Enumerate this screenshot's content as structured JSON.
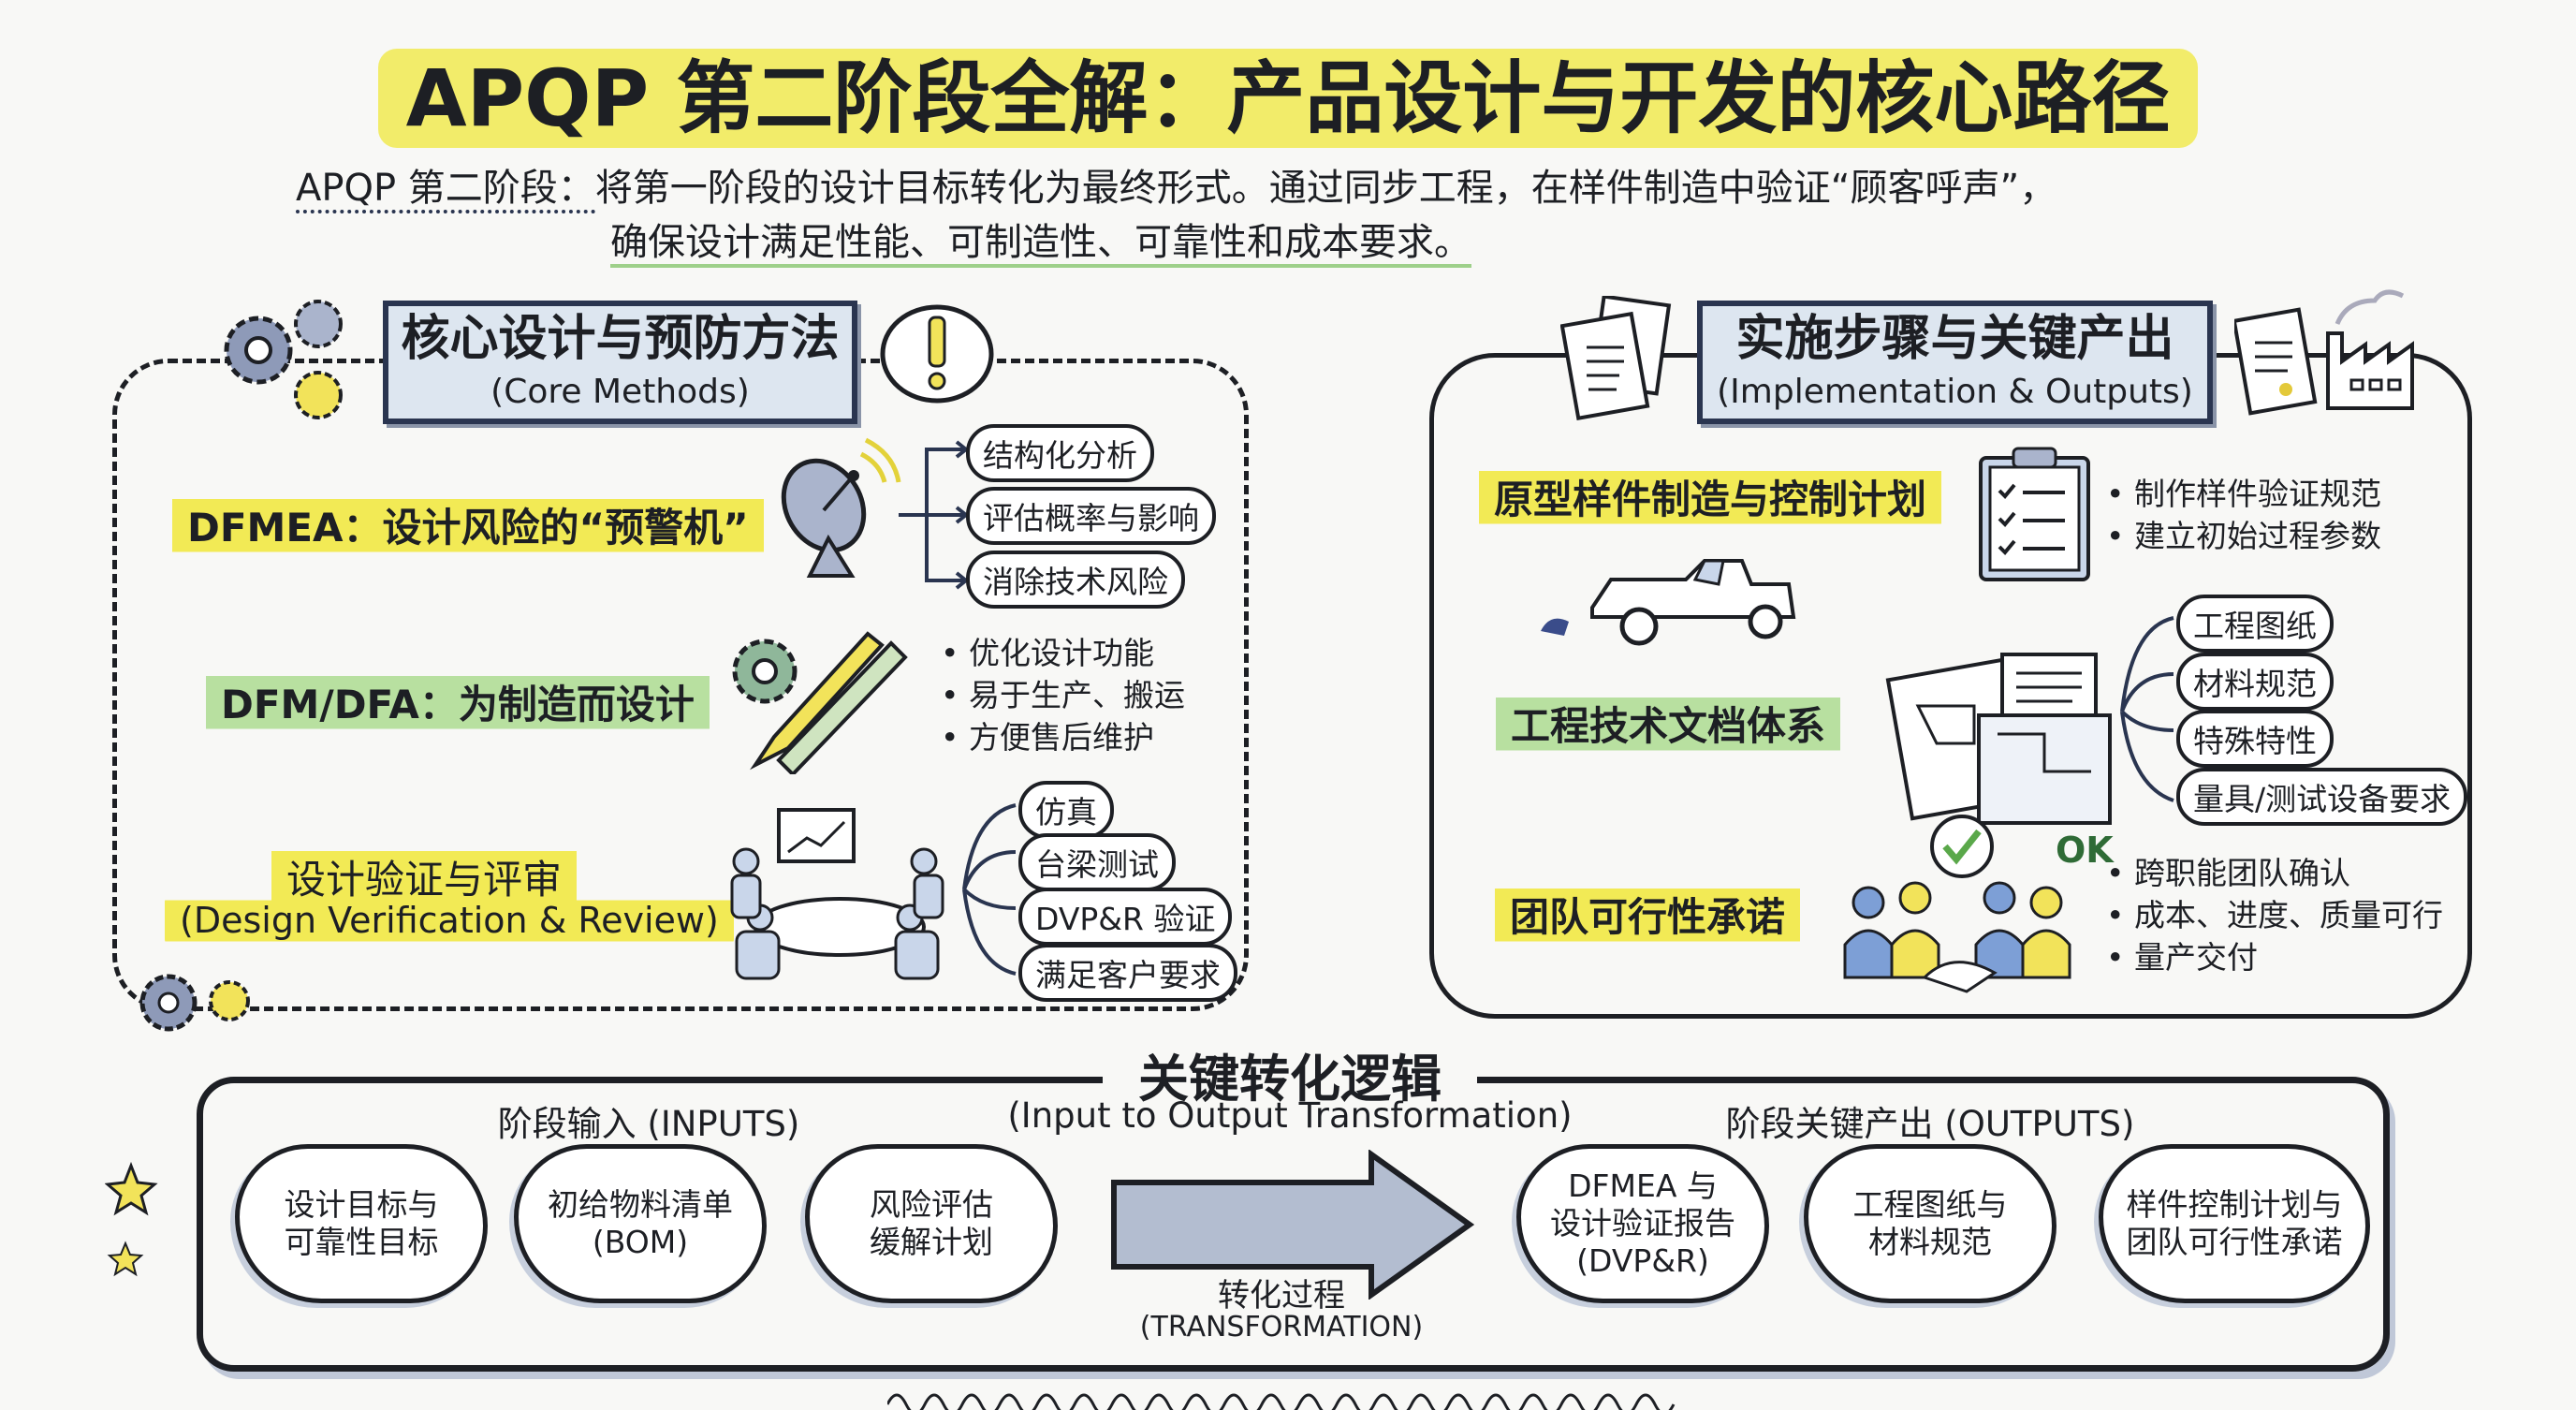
{
  "title": "APQP 第二阶段全解：产品设计与开发的核心路径",
  "intro": {
    "lead": "APQP 第二阶段：",
    "line1": "将第一阶段的设计目标转化为最终形式。通过同步工程，在样件制造中验证“顾客呼声”，",
    "line2": "确保设计满足性能、可制造性、可靠性和成本要求。"
  },
  "left": {
    "header": "核心设计与预防方法",
    "header_en": "(Core Methods)",
    "dfmea": {
      "label": "DFMEA：设计风险的“预警机”",
      "items": [
        "结构化分析",
        "评估概率与影响",
        "消除技术风险"
      ]
    },
    "dfm": {
      "label": "DFM/DFA：为制造而设计",
      "bullets": [
        "优化设计功能",
        "易于生产、搬运",
        "方便售后维护"
      ]
    },
    "dv": {
      "label": "设计验证与评审",
      "label_en": "(Design Verification & Review)",
      "items": [
        "仿真",
        "台梁测试",
        "DVP&R 验证",
        "满足客户要求"
      ]
    }
  },
  "right": {
    "header": "实施步骤与关键产出",
    "header_en": "(Implementation & Outputs)",
    "proto": {
      "label": "原型样件制造与控制计划",
      "bullets": [
        "制作样件验证规范",
        "建立初始过程参数"
      ]
    },
    "docs": {
      "label": "工程技术文档体系",
      "items": [
        "工程图纸",
        "材料规范",
        "特殊特性",
        "量具/测试设备要求"
      ]
    },
    "team": {
      "label": "团队可行性承诺",
      "ok": "OK",
      "bullets": [
        "跨职能团队确认",
        "成本、进度、质量可行",
        "量产交付"
      ]
    }
  },
  "bottom": {
    "title": "关键转化逻辑",
    "inputs": "阶段输入 (INPUTS)",
    "middle": "(Input to Output Transformation)",
    "outputs": "阶段关键产出 (OUTPUTS)",
    "input_clouds": [
      "设计目标与\n可靠性目标",
      "初给物料清单\n(BOM)",
      "风险评估\n缓解计划"
    ],
    "transform": "转化过程",
    "transform_en": "(TRANSFORMATION)",
    "output_clouds": [
      "DFMEA 与\n设计验证报告\n(DVP&R)",
      "工程图纸与\n材料规范",
      "样件控制计划与\n团队可行性承诺"
    ]
  },
  "colors": {
    "yellow": "#f2ea55",
    "green": "#b8e0a0",
    "header_fill": "#dde6f0",
    "ink": "#1d1f24"
  }
}
